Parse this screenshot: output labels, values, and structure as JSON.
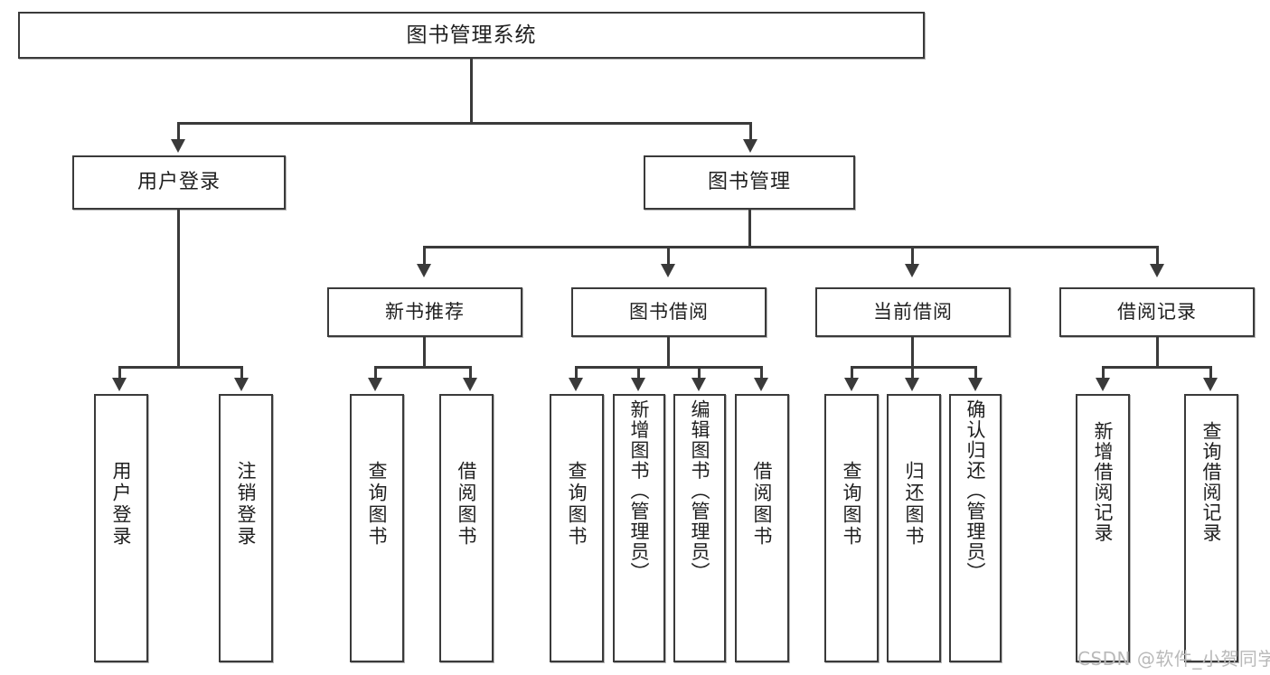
{
  "diagram": {
    "type": "tree-hierarchy",
    "title": "图书管理系统",
    "orientation": "top-down",
    "colors": {
      "box_border": "#3a3a3a",
      "box_fill": "#ffffff",
      "connector": "#3a3a3a",
      "text": "#1f1f1f",
      "watermark": "#b9b9b9",
      "canvas": "#ffffff"
    },
    "root": {
      "label": "图书管理系统"
    },
    "level2": [
      {
        "label": "用户登录"
      },
      {
        "label": "图书管理"
      }
    ],
    "level3": [
      {
        "label": "新书推荐"
      },
      {
        "label": "图书借阅"
      },
      {
        "label": "当前借阅"
      },
      {
        "label": "借阅记录"
      }
    ],
    "leaves": {
      "user_login": [
        {
          "label": "用户登录"
        },
        {
          "label": "注销登录"
        }
      ],
      "new_book_recommend": [
        {
          "label": "查询图书"
        },
        {
          "label": "借阅图书"
        }
      ],
      "book_borrow": [
        {
          "label": "查询图书"
        },
        {
          "label": "新增图书（管理员）"
        },
        {
          "label": "编辑图书（管理员）"
        },
        {
          "label": "借阅图书"
        }
      ],
      "current_borrow": [
        {
          "label": "查询图书"
        },
        {
          "label": "归还图书"
        },
        {
          "label": "确认归还（管理员）"
        }
      ],
      "borrow_records": [
        {
          "label": "新增借阅记录"
        },
        {
          "label": "查询借阅记录"
        }
      ]
    }
  },
  "watermark": {
    "text": "CSDN @软件_小贺同学"
  }
}
